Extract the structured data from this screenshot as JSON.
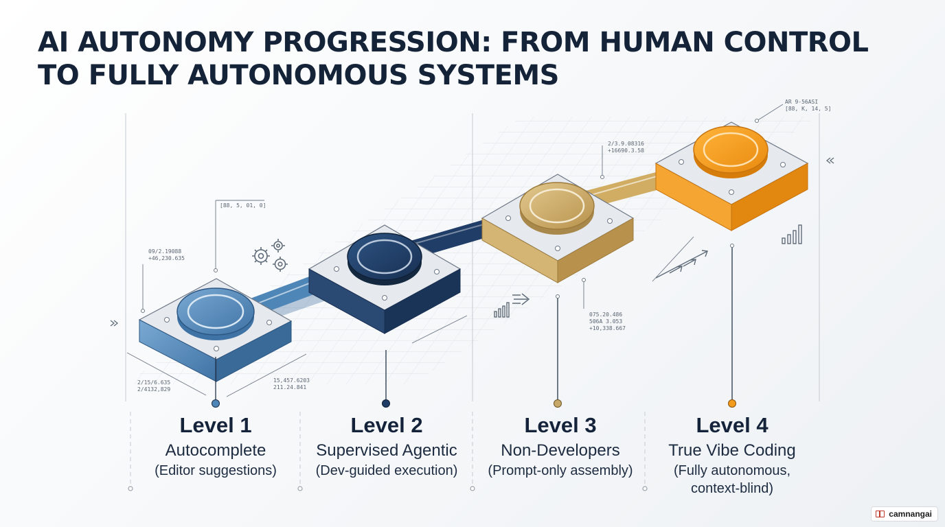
{
  "title": {
    "line1": "AI AUTONOMY PROGRESSION: FROM HUMAN CONTROL",
    "line2": "TO FULLY AUTONOMOUS SYSTEMS"
  },
  "colors": {
    "level1": "#4f86b8",
    "level2": "#1f3d66",
    "level3": "#c8a868",
    "level4": "#f29b1c",
    "title": "#152338"
  },
  "levels": [
    {
      "title": "Level 1",
      "name": "Autocomplete",
      "subtitle": "(Editor suggestions)"
    },
    {
      "title": "Level 2",
      "name": "Supervised Agentic",
      "subtitle": "(Dev-guided execution)"
    },
    {
      "title": "Level 3",
      "name": "Non-Developers",
      "subtitle": "(Prompt-only assembly)"
    },
    {
      "title": "Level 4",
      "name": "True Vibe Coding",
      "subtitle": "(Fully autonomous,\ncontext-blind)"
    }
  ],
  "annotations": {
    "a1": "09/2.19088",
    "a2": "+46,230.635",
    "a3": "[88, 5, 01, 0]",
    "a4": "2/15/6.635",
    "a5": "2/4132,829",
    "a6": "15,457.6203",
    "a7": "211.24.841",
    "a8": "2/3.9.08316",
    "a9": "+16690.3.58",
    "a10": "075.20.486",
    "a11": "506A 3.053",
    "a12": "+10,338.667",
    "a13": "AR 9-56ASI",
    "a14": "[88, K, 14, 5]"
  },
  "icons": [
    "gears-icon",
    "bar-chart-icon",
    "arrow-right-icon",
    "double-arrow-icon",
    "chevrons-left-icon",
    "chevrons-right-icon"
  ],
  "watermark": {
    "label": "camnangai"
  }
}
